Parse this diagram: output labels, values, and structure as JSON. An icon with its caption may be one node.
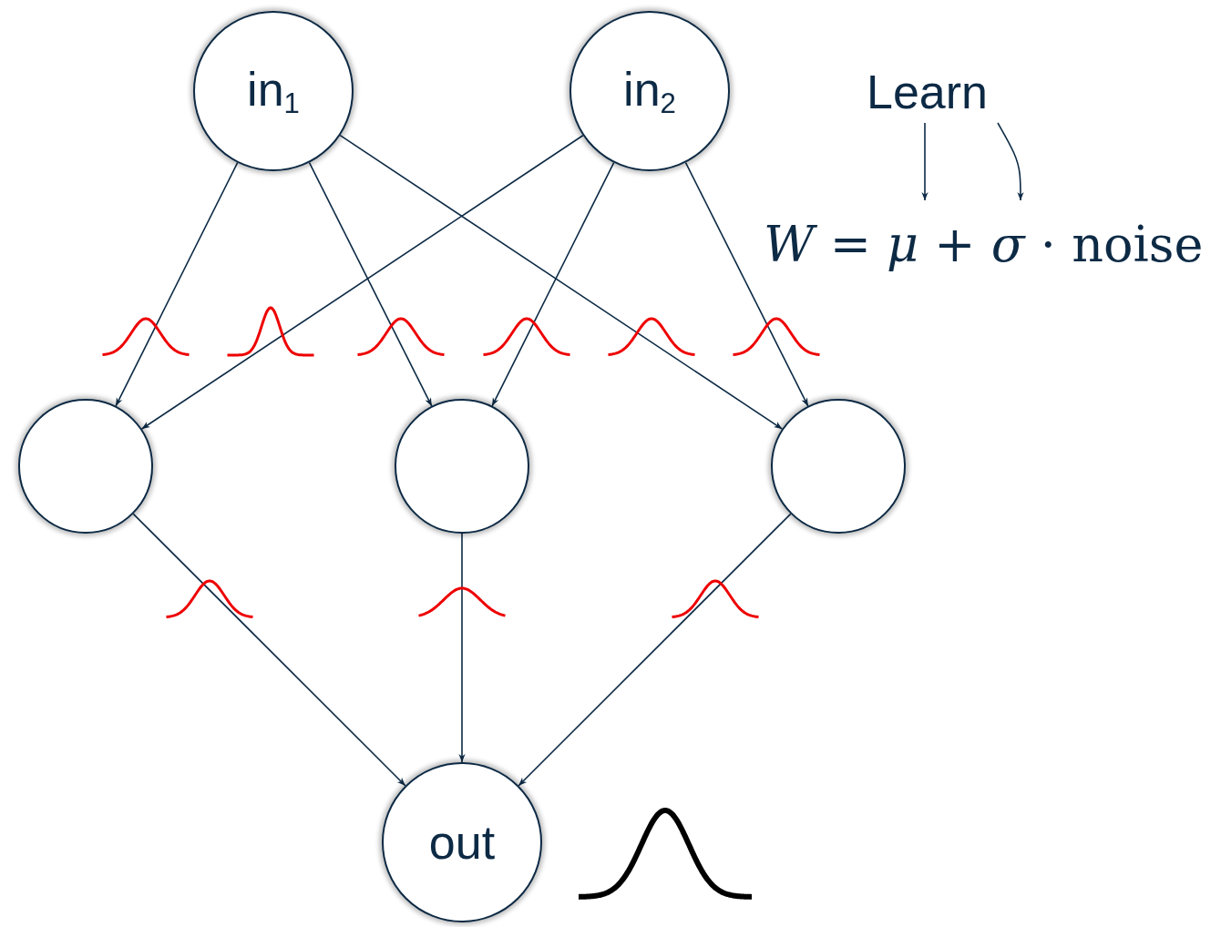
{
  "diagram": {
    "nodes": [
      {
        "text": [
          "in$_{1}$"
        ]
      },
      {
        "text": [
          "in$_{2}$"
        ]
      },
      {
        "text": [],
        "shape": "circle"
      },
      {
        "text": [],
        "shape": "circle"
      },
      {
        "text": [],
        "shape": "circle"
      },
      {
        "text": [
          "out"
        ]
      },
      {
        "text": [
          "Learn"
        ]
      }
    ],
    "edges": [
      {
        "from": 0,
        "to": 2,
        "arrow": "to"
      },
      {
        "from": 0,
        "to": 3,
        "arrow": "to"
      },
      {
        "from": 0,
        "to": 4,
        "arrow": "to"
      },
      {
        "from": 1,
        "to": 2,
        "arrow": "to"
      },
      {
        "from": 1,
        "to": 3,
        "arrow": "to"
      },
      {
        "from": 1,
        "to": 4,
        "arrow": "to"
      },
      {
        "from": 2,
        "to": 5,
        "arrow": "to"
      },
      {
        "from": 3,
        "to": 5,
        "arrow": "to"
      },
      {
        "from": 4,
        "to": 5,
        "arrow": "to"
      },
      {
        "from": 6,
        "to": null,
        "arrow": "to"
      },
      {
        "from": 6,
        "to": null,
        "arrow": "to"
      }
    ],
    "labels": [
      "*W* = *μ* + *σ* · noise"
    ]
  }
}
